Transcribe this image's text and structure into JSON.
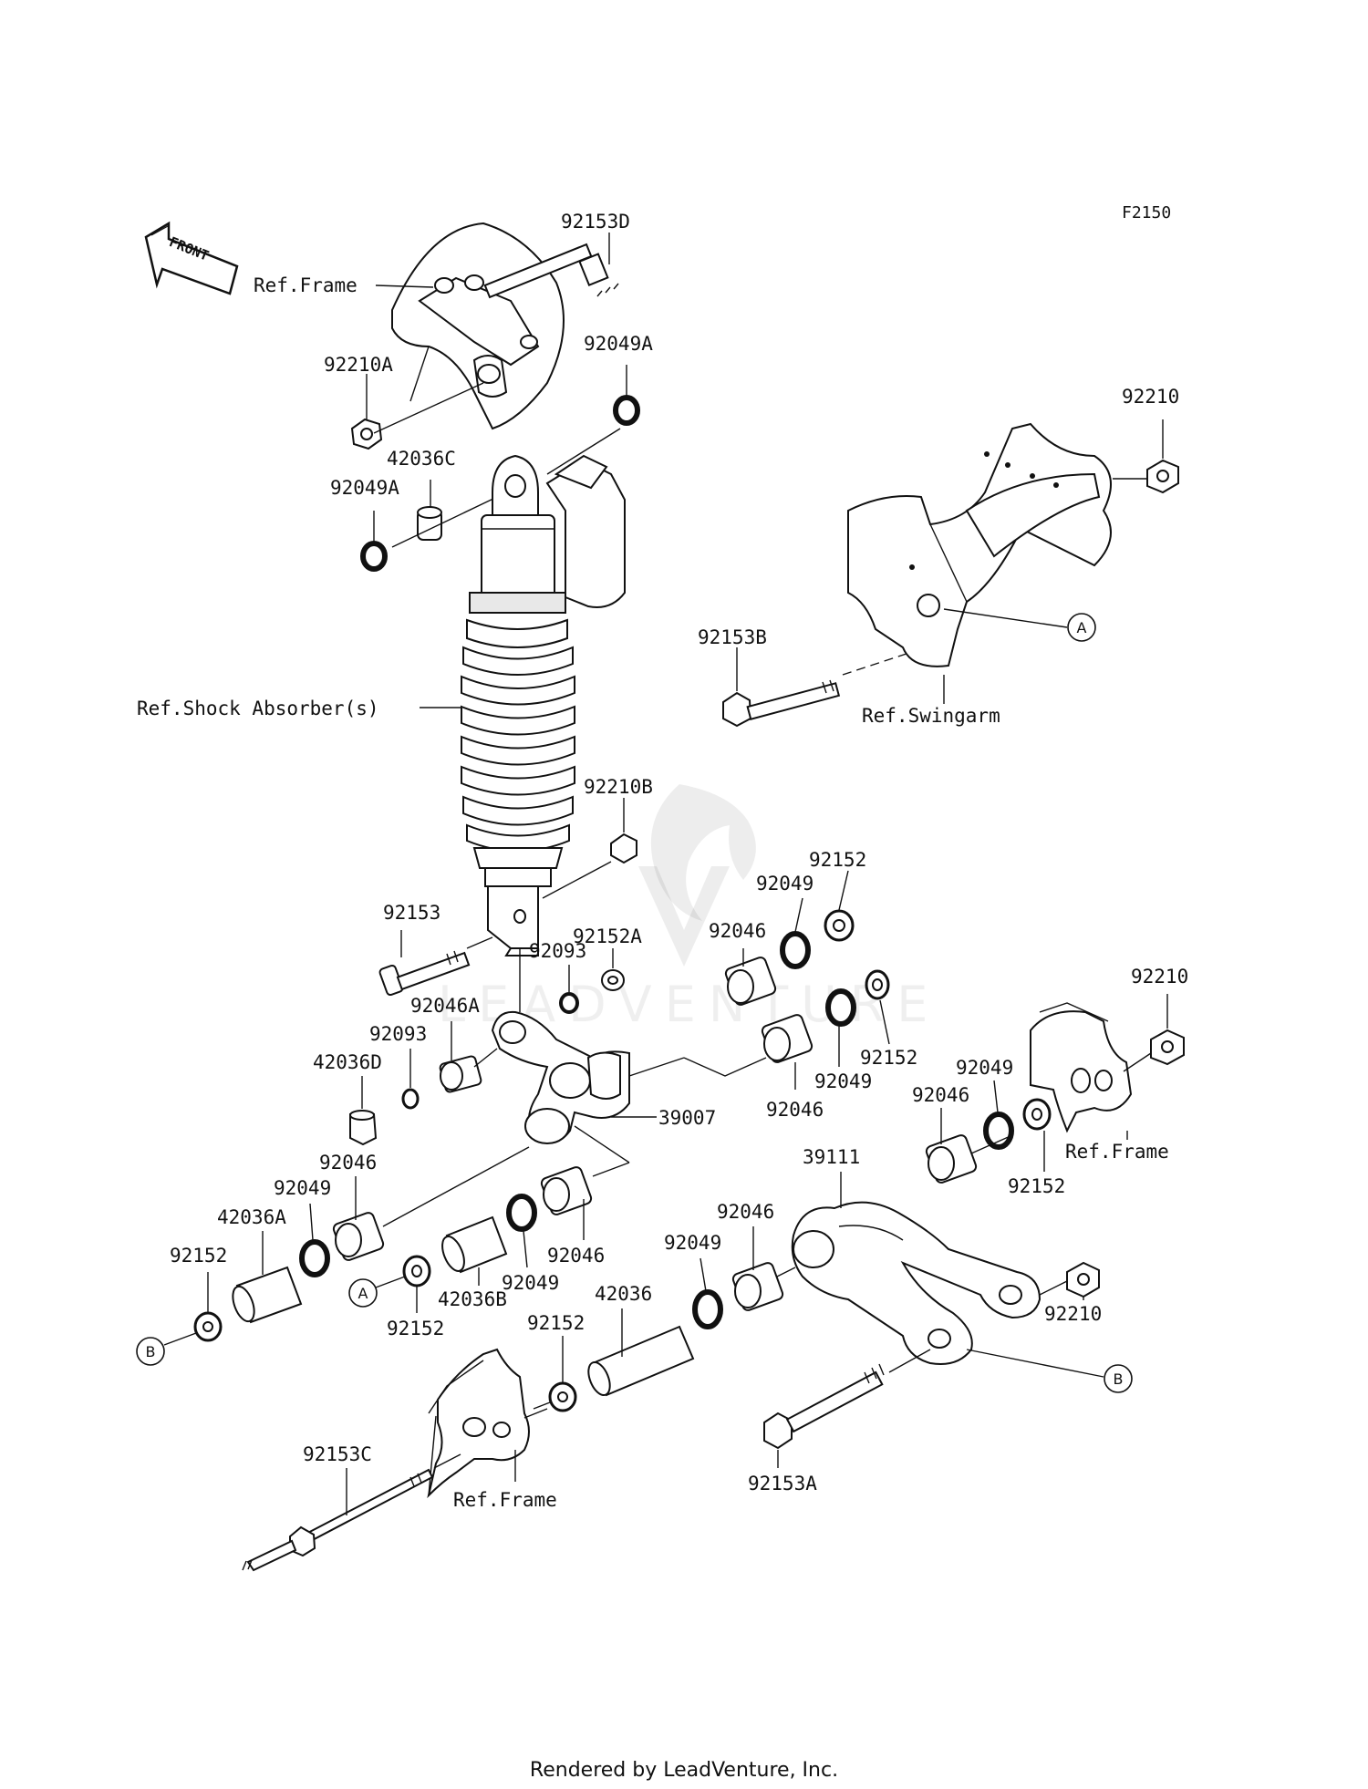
{
  "diagram_code": "F2150",
  "footer": "Rendered by LeadVenture, Inc.",
  "watermark": "LEADVENTURE",
  "front_arrow": "FRONT",
  "callout_a": "A",
  "callout_b": "B",
  "labels": {
    "p92153D": "92153D",
    "ref_frame_top": "Ref.Frame",
    "p92049A_r": "92049A",
    "p92210A": "92210A",
    "p42036C": "42036C",
    "p92049A_l": "92049A",
    "p92210_top": "92210",
    "p92153B": "92153B",
    "ref_swingarm": "Ref.Swingarm",
    "ref_shock": "Ref.Shock Absorber(s)",
    "p92210B": "92210B",
    "p92152_top": "92152",
    "p92049_top": "92049",
    "p92046_top": "92046",
    "p92153": "92153",
    "p92152A": "92152A",
    "p92093_a": "92093",
    "p92046A": "92046A",
    "p92093_b": "92093",
    "p42036D": "42036D",
    "p92152_mid": "92152",
    "p92049_mid": "92049",
    "p92046_mid": "92046",
    "p39007": "39007",
    "p92210_right": "92210",
    "p92049_right": "92049",
    "p92046_right": "92046",
    "ref_frame_right": "Ref.Frame",
    "p92152_right": "92152",
    "p39111": "39111",
    "p92046_left": "92046",
    "p92049_left": "92049",
    "p42036A": "42036A",
    "p92152_left": "92152",
    "p92046_c": "92046",
    "p92049_c": "92049",
    "p92046_d": "92046",
    "p92049_d": "92049",
    "p42036B": "42036B",
    "p42036": "42036",
    "p92152_c": "92152",
    "p92152_d": "92152",
    "p92210_low": "92210",
    "p92153C": "92153C",
    "ref_frame_bottom": "Ref.Frame",
    "p92153A": "92153A"
  }
}
